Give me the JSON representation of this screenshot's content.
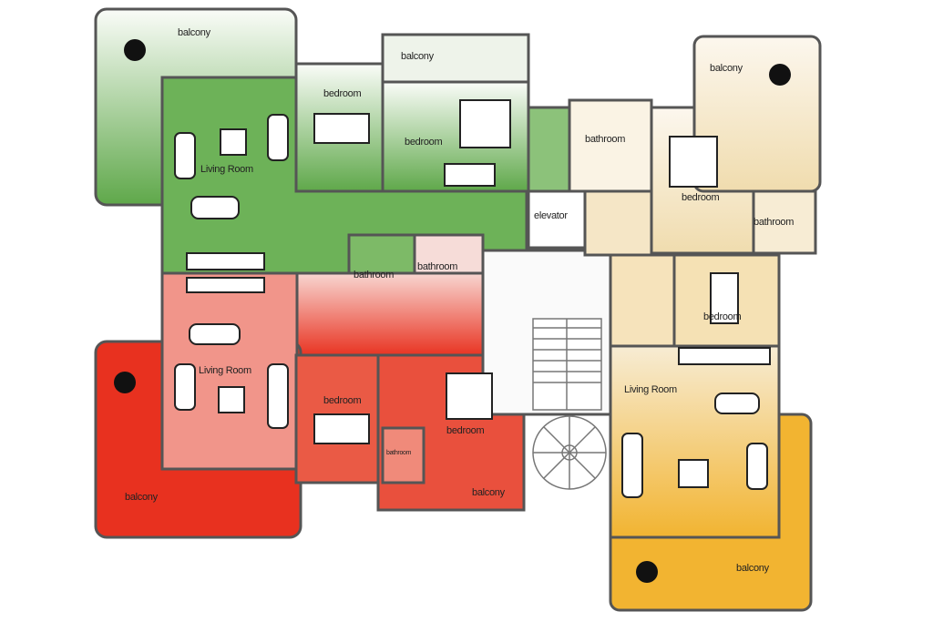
{
  "colors": {
    "green": "#5fa84a",
    "red": "#e8311f",
    "cream": "#f3e2bf",
    "orange": "#f2b431",
    "pink": "#f6c9c4"
  },
  "apartments": {
    "green": {
      "balcony_1": "balcony",
      "balcony_2": "balcony",
      "bedroom_1": "bedroom",
      "bedroom_2": "bedroom",
      "living_room": "Living Room",
      "bathroom": "bathroom"
    },
    "red": {
      "living_room": "Living Room",
      "balcony_1": "balcony",
      "balcony_2": "balcony",
      "bedroom_1": "bedroom",
      "bedroom_2": "bedroom",
      "bathroom_small": "bathroom",
      "bathroom": "bathroom"
    },
    "cream": {
      "balcony": "balcony",
      "bathroom_1": "bathroom",
      "bathroom_2": "bathroom",
      "bedroom": "bedroom"
    },
    "orange": {
      "bedroom": "bedroom",
      "living_room": "Living Room",
      "balcony": "balcony"
    }
  },
  "core": {
    "elevator": "elevator"
  }
}
